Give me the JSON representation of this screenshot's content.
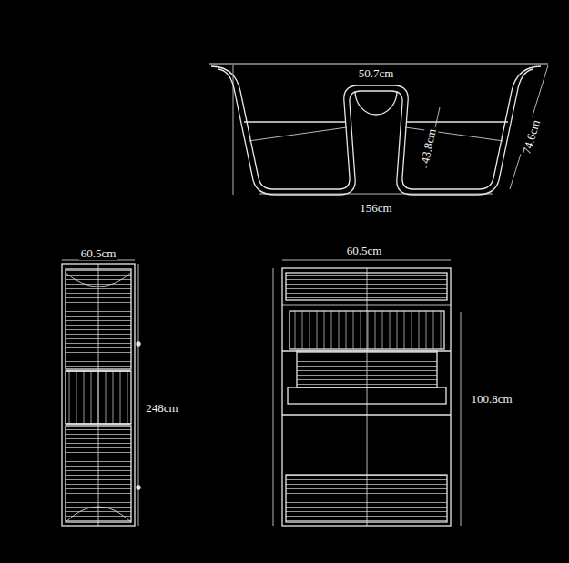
{
  "diagram": {
    "labels": [
      "50.7cm",
      "43.8cm",
      "74.6cm",
      "156cm",
      "60.5cm",
      "248cm",
      "60.5cm",
      "100.8cm"
    ]
  }
}
